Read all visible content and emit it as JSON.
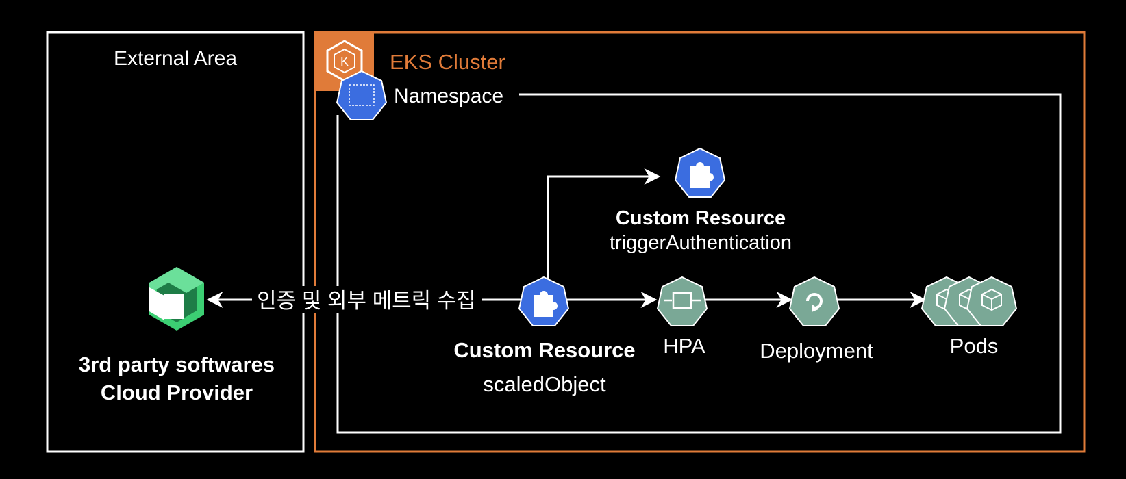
{
  "external_area": {
    "title": "External Area",
    "provider_line1": "3rd party softwares",
    "provider_line2": "Cloud Provider",
    "provider_icon": "new-relic-cube-icon"
  },
  "eks_cluster": {
    "title": "EKS Cluster",
    "icon": "eks-icon",
    "accent_color": "#e07b39"
  },
  "namespace": {
    "title": "Namespace",
    "icon": "namespace-icon"
  },
  "edge_label": "인증 및 외부 메트릭 수집",
  "nodes": {
    "trigger_auth": {
      "title": "Custom Resource",
      "subtitle": "triggerAuthentication",
      "icon": "puzzle-icon"
    },
    "scaled_object": {
      "title": "Custom Resource",
      "subtitle": "scaledObject",
      "icon": "puzzle-icon"
    },
    "hpa": {
      "title": "HPA",
      "icon": "hpa-icon"
    },
    "deployment": {
      "title": "Deployment",
      "icon": "deployment-icon"
    },
    "pods": {
      "title": "Pods",
      "icon": "pods-icon"
    }
  },
  "colors": {
    "k8s_blue": "#3b6de0",
    "k8s_green": "#7aa896",
    "logo_green": "#3ccf73",
    "line": "#ffffff"
  }
}
